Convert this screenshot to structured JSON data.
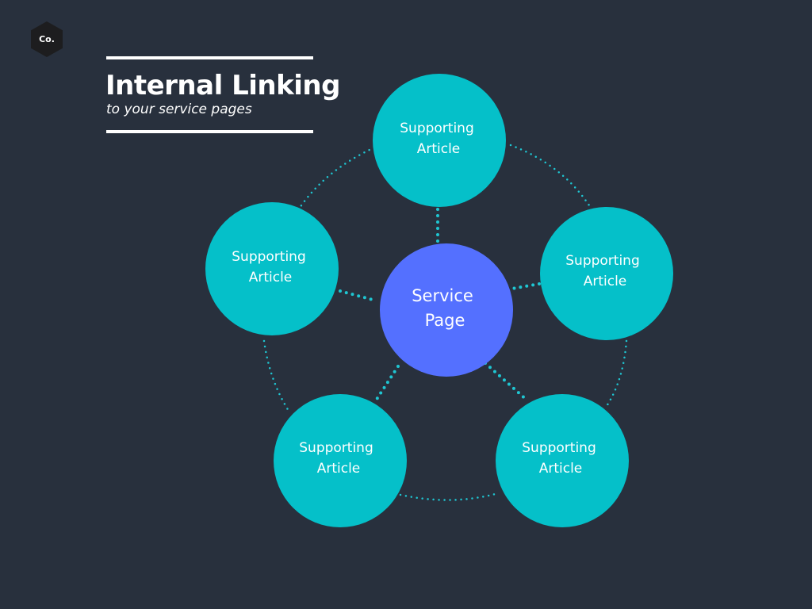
{
  "logo": {
    "text": "Co."
  },
  "heading": {
    "title": "Internal Linking",
    "subtitle": "to your service pages"
  },
  "diagram": {
    "center": {
      "line1": "Service",
      "line2": "Page"
    },
    "satellites": [
      {
        "id": "top",
        "line1": "Supporting",
        "line2": "Article"
      },
      {
        "id": "left",
        "line1": "Supporting",
        "line2": "Article"
      },
      {
        "id": "right",
        "line1": "Supporting",
        "line2": "Article"
      },
      {
        "id": "bottom-left",
        "line1": "Supporting",
        "line2": "Article"
      },
      {
        "id": "bottom-right",
        "line1": "Supporting",
        "line2": "Article"
      }
    ]
  },
  "colors": {
    "background": "#28303d",
    "satellite": "#05c0c9",
    "center": "#5470ff",
    "connector": "#1fc6d2",
    "logo": "#1d1d1f"
  }
}
